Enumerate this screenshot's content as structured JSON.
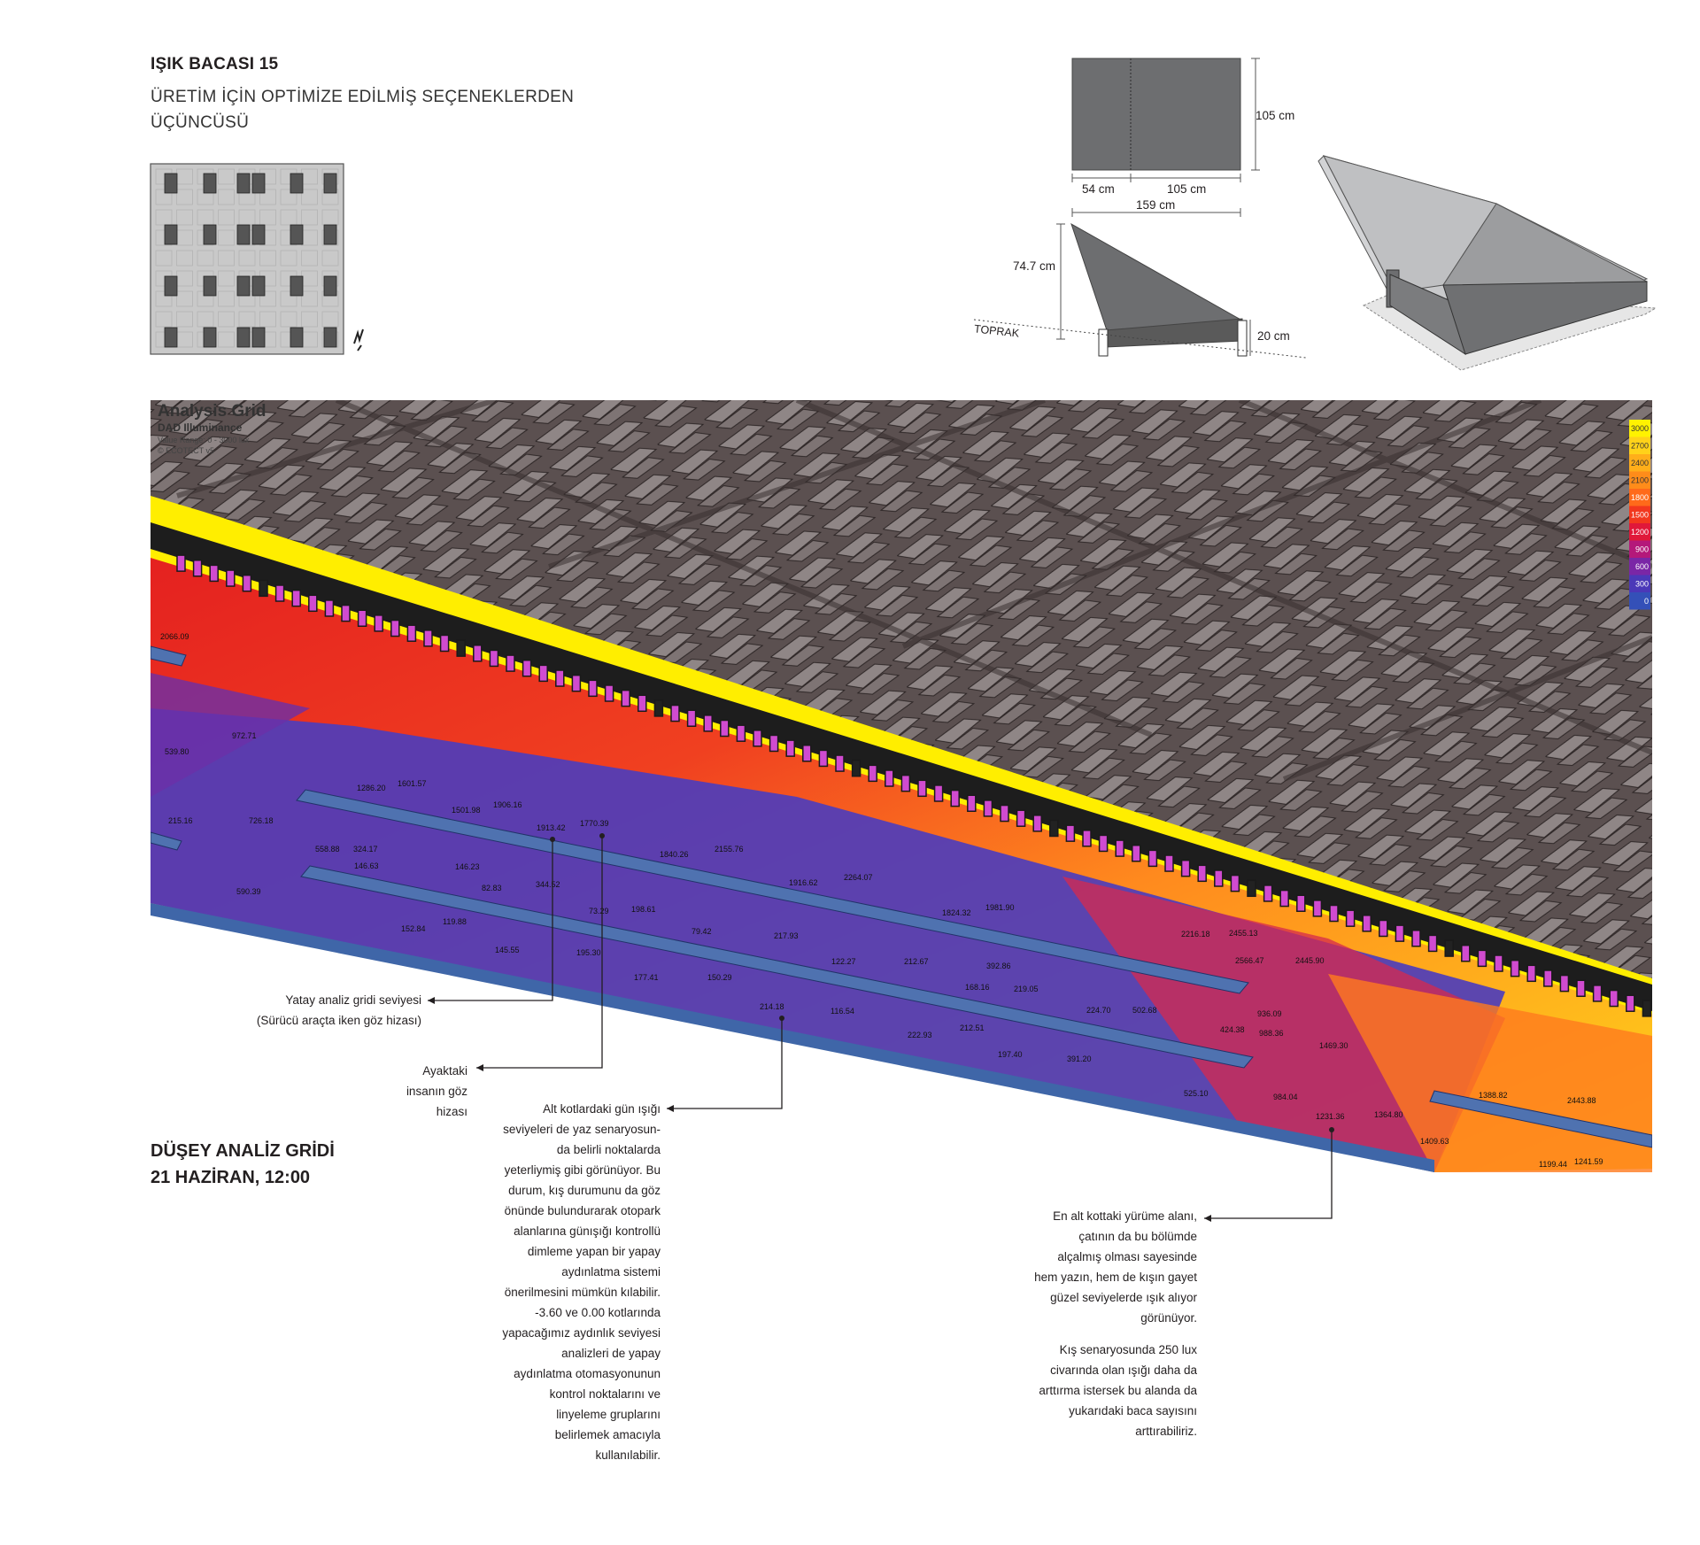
{
  "header": {
    "title": "IŞIK BACASI 15",
    "subtitle_line1": "ÜRETİM İÇİN OPTİMİZE EDİLMİŞ SEÇENEKLERDEN",
    "subtitle_line2": "ÜÇÜNCÜSÜ"
  },
  "dimensions": {
    "height_top": "105 cm",
    "width_left": "54 cm",
    "width_right": "105 cm",
    "width_total": "159 cm",
    "section_height": "74.7 cm",
    "base_height": "20 cm",
    "ground_label": "TOPRAK"
  },
  "analysis": {
    "header_line1": "Analysis Grid",
    "header_line2": "DAD Illuminance",
    "header_line3": "Value Range: 0 - 3000 lux",
    "header_line4": "© ECOTECT v5",
    "legend": [
      "3000",
      "2700",
      "2400",
      "2100",
      "1800",
      "1500",
      "1200",
      "900",
      "600",
      "300",
      "0"
    ],
    "legend_colors": [
      "#fff200",
      "#ffd21a",
      "#ffae1a",
      "#ff8c1a",
      "#ff6a1a",
      "#f2381e",
      "#e0183a",
      "#b4187a",
      "#7a26a6",
      "#4b38b8",
      "#3450b8"
    ],
    "values": [
      "2066.09",
      "972.71",
      "539.80",
      "215.16",
      "726.18",
      "590.39",
      "1286.20",
      "1601.57",
      "1501.98",
      "1906.16",
      "1913.42",
      "1770.39",
      "558.88",
      "324.17",
      "146.63",
      "146.23",
      "82.83",
      "344.52",
      "73.29",
      "198.61",
      "152.84",
      "119.88",
      "145.55",
      "195.30",
      "79.42",
      "217.93",
      "1840.26",
      "2155.76",
      "1916.62",
      "2264.07",
      "1824.32",
      "1981.90",
      "122.27",
      "212.67",
      "392.86",
      "177.41",
      "150.29",
      "214.18",
      "116.54",
      "168.16",
      "219.05",
      "222.93",
      "212.51",
      "224.70",
      "502.68",
      "2216.18",
      "2455.13",
      "2566.47",
      "2445.90",
      "936.09",
      "424.38",
      "988.36",
      "1469.30",
      "197.40",
      "391.20",
      "525.10",
      "984.04",
      "1231.36",
      "1364.80",
      "1388.82",
      "1409.63",
      "2443.88",
      "1199.44",
      "1241.59"
    ]
  },
  "annotations": {
    "horizontal_grid_line1": "Yatay analiz gridi seviyesi",
    "horizontal_grid_line2": "(Sürücü araçta iken göz hizası)",
    "standing_line1": "Ayaktaki",
    "standing_line2": "insanın göz",
    "standing_line3": "hizası",
    "lower_levels": [
      "Alt kotlardaki gün ışığı",
      "seviyeleri de yaz senaryosun-",
      "da belirli noktalarda",
      "yeterliymiş gibi görünüyor. Bu",
      "durum, kış durumunu da göz",
      "önünde bulundurarak otopark",
      "alanlarına günışığı kontrollü",
      "dimleme yapan bir yapay",
      "aydınlatma sistemi",
      "önerilmesini mümkün kılabilir.",
      "-3.60 ve 0.00 kotlarında",
      "yapacağımız aydınlık seviyesi",
      "analizleri de yapay",
      "aydınlatma otomasyonunun",
      "kontrol noktalarını ve",
      "linyeleme gruplarını",
      "belirlemek amacıyla",
      "kullanılabilir."
    ],
    "walking_area": [
      "En alt kottaki yürüme alanı,",
      "çatının da bu bölümde",
      "alçalmış olması sayesinde",
      "hem yazın, hem de kışın gayet",
      "güzel seviyelerde ışık alıyor",
      "görünüyor."
    ],
    "winter": [
      "Kış senaryosunda 250 lux",
      "civarında olan ışığı daha da",
      "arttırma istersek bu alanda da",
      "yukarıdaki baca sayısını",
      "arttırabiliriz."
    ]
  },
  "section": {
    "title_line1": "DÜŞEY ANALİZ GRİDİ",
    "title_line2": "21 HAZİRAN, 12:00"
  }
}
